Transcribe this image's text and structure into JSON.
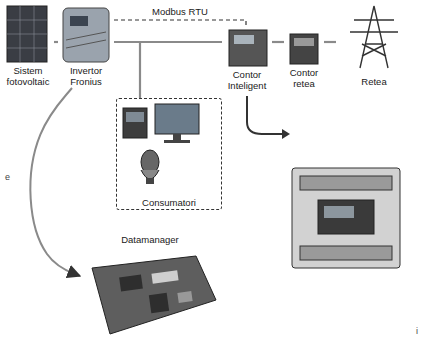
{
  "diagram": {
    "nodes": [
      {
        "text": [
          "Sistem fotovoltaic"
        ]
      },
      {
        "text": [
          "Invertor Fronius"
        ]
      },
      {
        "text": [
          "Consumatori"
        ]
      },
      {
        "text": [
          "Contor Inteligent"
        ]
      },
      {
        "text": [
          "Contor retea"
        ]
      },
      {
        "text": [
          "Retea"
        ]
      },
      {
        "text": [
          "Datamanager"
        ]
      }
    ],
    "edges": [
      {
        "from": 0,
        "to": 1,
        "arrow": "none"
      },
      {
        "from": 1,
        "to": 3,
        "arrow": "none"
      },
      {
        "from": 1,
        "to": 3,
        "label": "Modbus RTU",
        "arrow": "none"
      },
      {
        "from": 1,
        "to": 2,
        "arrow": "none"
      },
      {
        "from": 3,
        "to": 4,
        "arrow": "none"
      },
      {
        "from": 4,
        "to": 5,
        "arrow": "none"
      },
      {
        "from": 1,
        "to": 6,
        "arrow": "to"
      }
    ],
    "labels": [
      "e",
      "i"
    ]
  }
}
